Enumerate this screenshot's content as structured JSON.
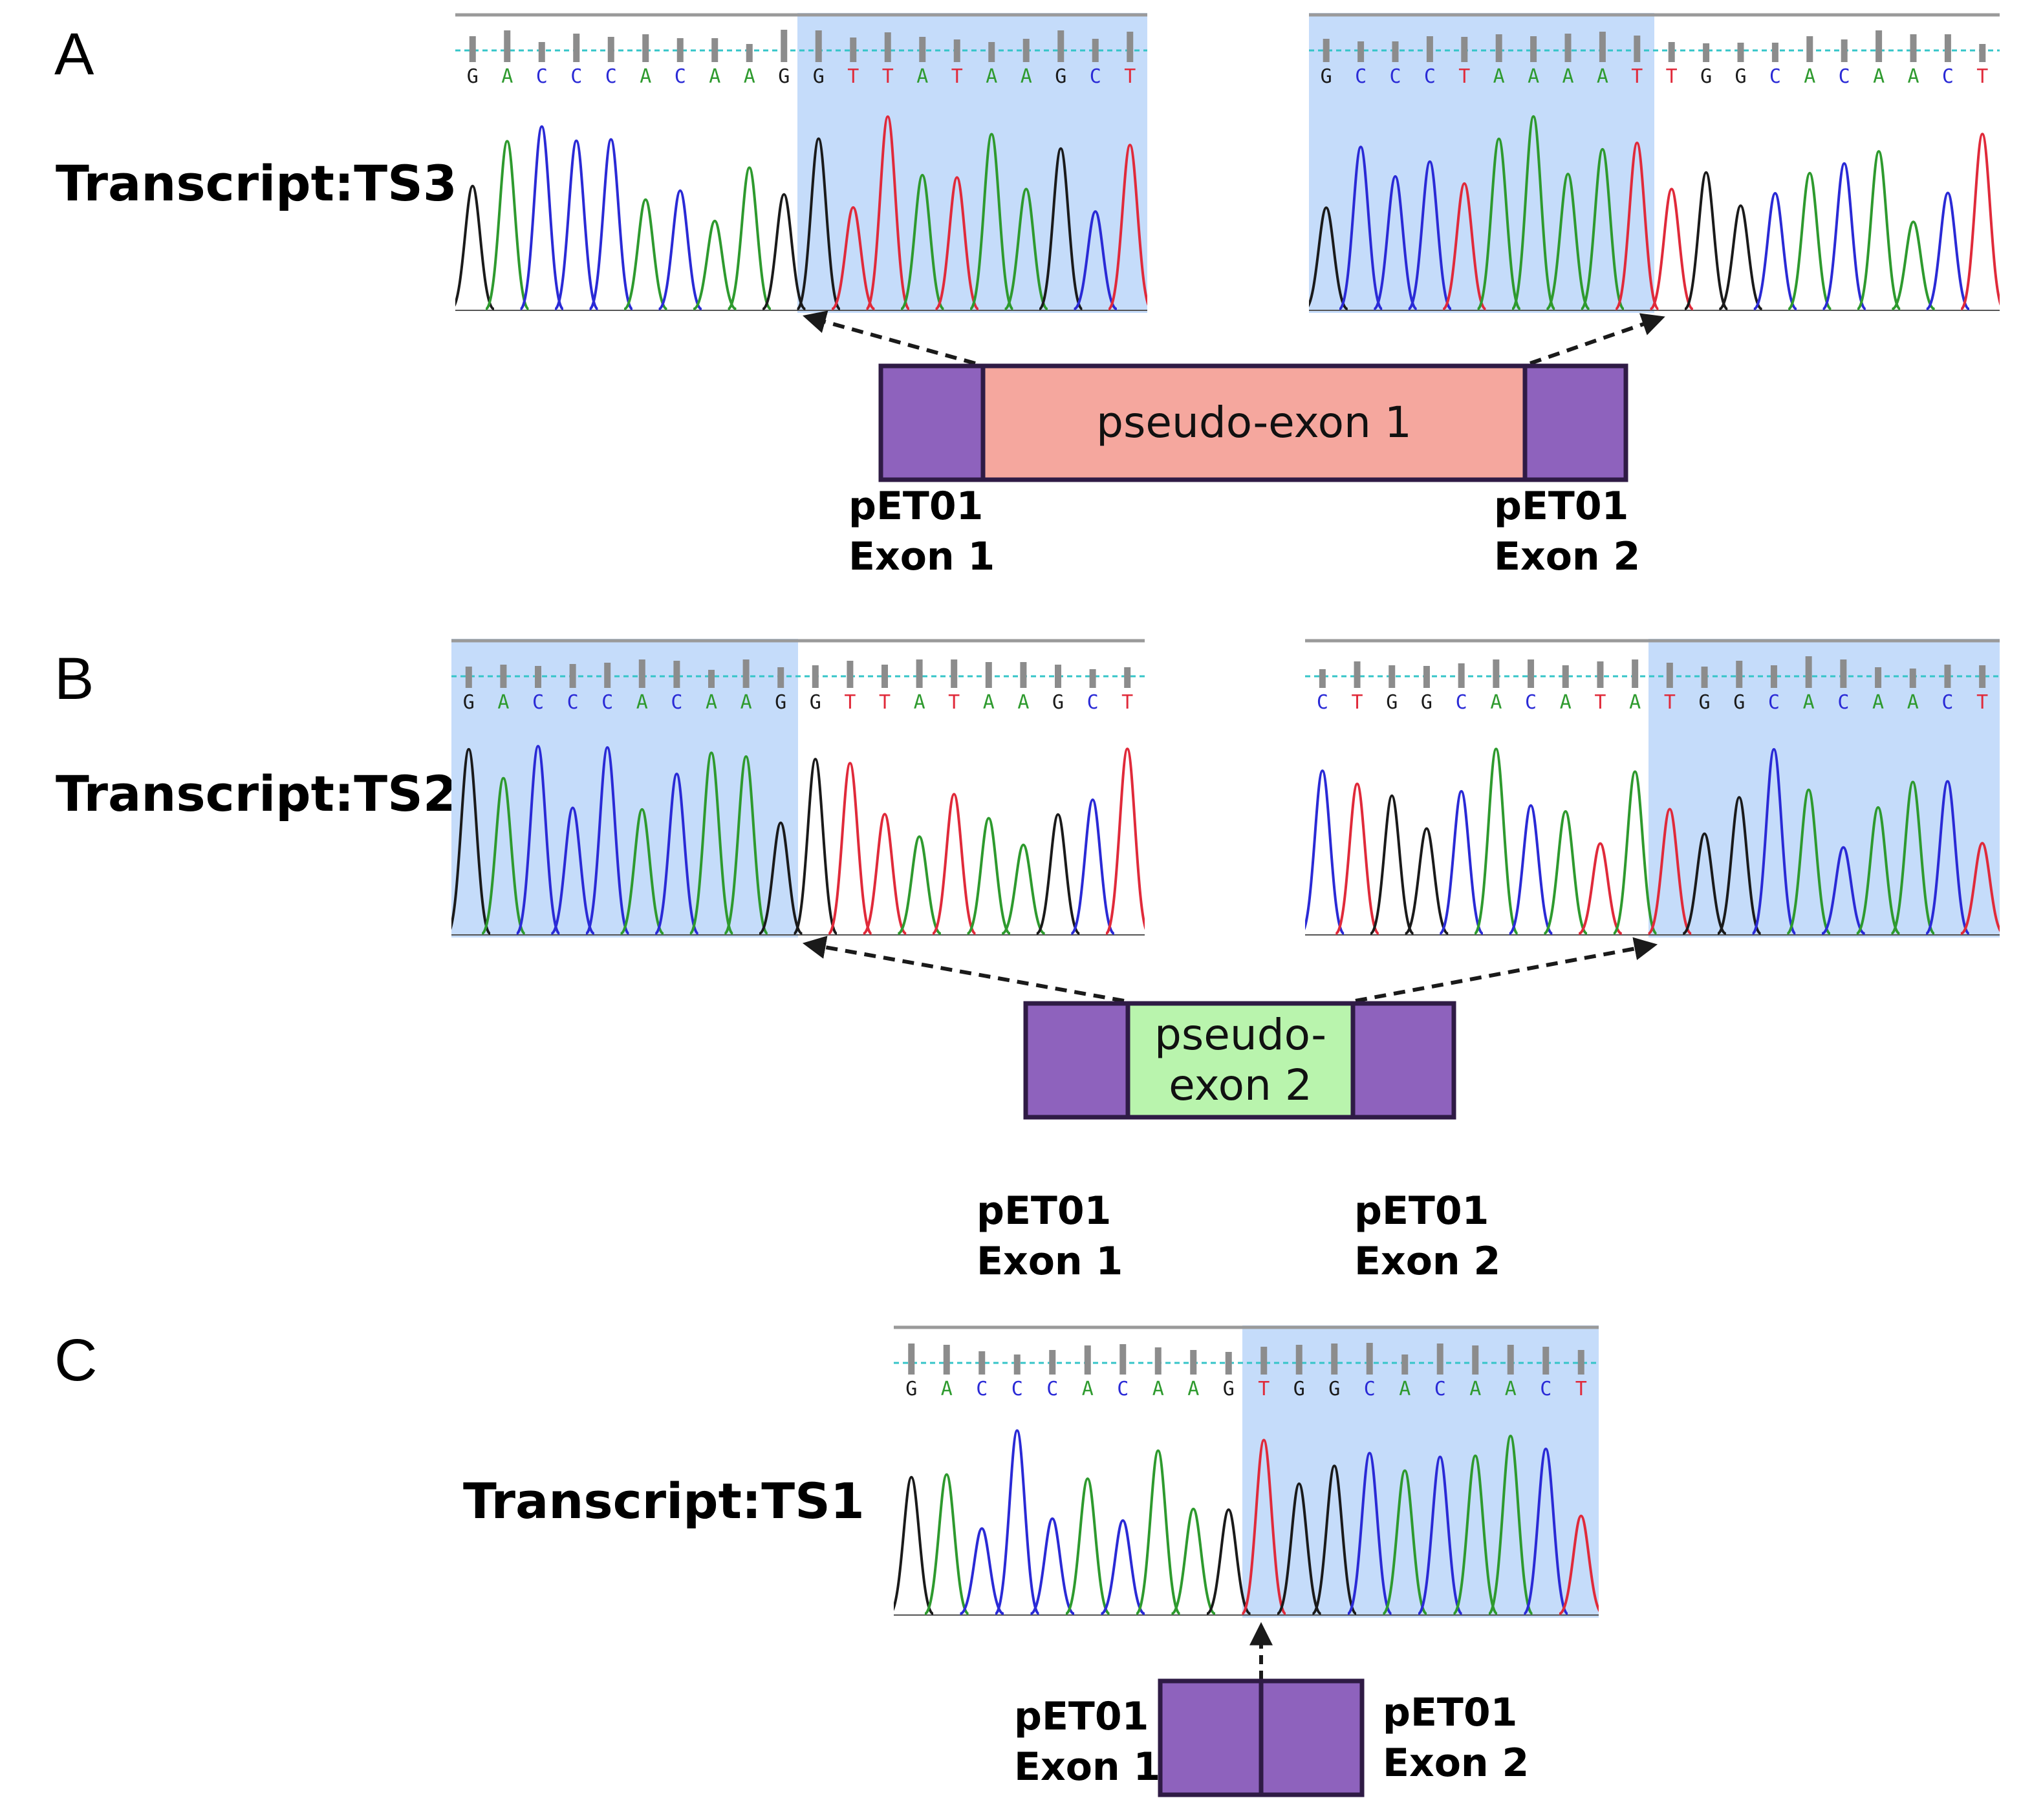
{
  "panels": {
    "A": {
      "letter": "A",
      "transcript": "Transcript:TS3",
      "left_trace": {
        "seq": [
          "G",
          "A",
          "C",
          "C",
          "C",
          "A",
          "C",
          "A",
          "A",
          "G",
          "G",
          "T",
          "T",
          "A",
          "T",
          "A",
          "A",
          "G",
          "C",
          "T"
        ],
        "highlight_from": 10,
        "highlight_to": 19
      },
      "right_trace": {
        "seq": [
          "G",
          "C",
          "C",
          "C",
          "T",
          "A",
          "A",
          "A",
          "A",
          "T",
          "T",
          "G",
          "G",
          "C",
          "A",
          "C",
          "A",
          "A",
          "C",
          "T"
        ],
        "highlight_from": 0,
        "highlight_to": 9
      },
      "middle_box": "pseudo-exon 1",
      "exon1_label": [
        "pET01",
        "Exon 1"
      ],
      "exon2_label": [
        "pET01",
        "Exon 2"
      ]
    },
    "B": {
      "letter": "B",
      "transcript": "Transcript:TS2",
      "left_trace": {
        "seq": [
          "G",
          "A",
          "C",
          "C",
          "C",
          "A",
          "C",
          "A",
          "A",
          "G",
          "G",
          "T",
          "T",
          "A",
          "T",
          "A",
          "A",
          "G",
          "C",
          "T"
        ],
        "highlight_from": 0,
        "highlight_to": 9
      },
      "right_trace": {
        "seq": [
          "C",
          "T",
          "G",
          "G",
          "C",
          "A",
          "C",
          "A",
          "T",
          "A",
          "T",
          "G",
          "G",
          "C",
          "A",
          "C",
          "A",
          "A",
          "C",
          "T"
        ],
        "highlight_from": 10,
        "highlight_to": 19
      },
      "middle_box_line1": "pseudo-",
      "middle_box_line2": "exon 2",
      "exon1_label": [
        "pET01",
        "Exon 1"
      ],
      "exon2_label": [
        "pET01",
        "Exon 2"
      ]
    },
    "C": {
      "letter": "C",
      "transcript": "Transcript:TS1",
      "trace": {
        "seq": [
          "G",
          "A",
          "C",
          "C",
          "C",
          "A",
          "C",
          "A",
          "A",
          "G",
          "T",
          "G",
          "G",
          "C",
          "A",
          "C",
          "A",
          "A",
          "C",
          "T"
        ],
        "highlight_from": 10,
        "highlight_to": 19
      },
      "exon1_label": [
        "pET01",
        "Exon 1"
      ],
      "exon2_label": [
        "pET01",
        "Exon 2"
      ]
    }
  },
  "colors": {
    "base_A": "#2e9a2e",
    "base_C": "#2a2ad6",
    "base_G": "#1a1a1a",
    "base_T": "#e02a3a",
    "highlight": "#c5dcfa",
    "exon_purple": "#8e62bd",
    "exon_border": "#2f1b45",
    "pseudo1_fill": "#f5a79e",
    "pseudo2_fill": "#b9f4ad",
    "quality_bar": "#8c8c8c",
    "dashed_cyan": "#35c5c8"
  }
}
